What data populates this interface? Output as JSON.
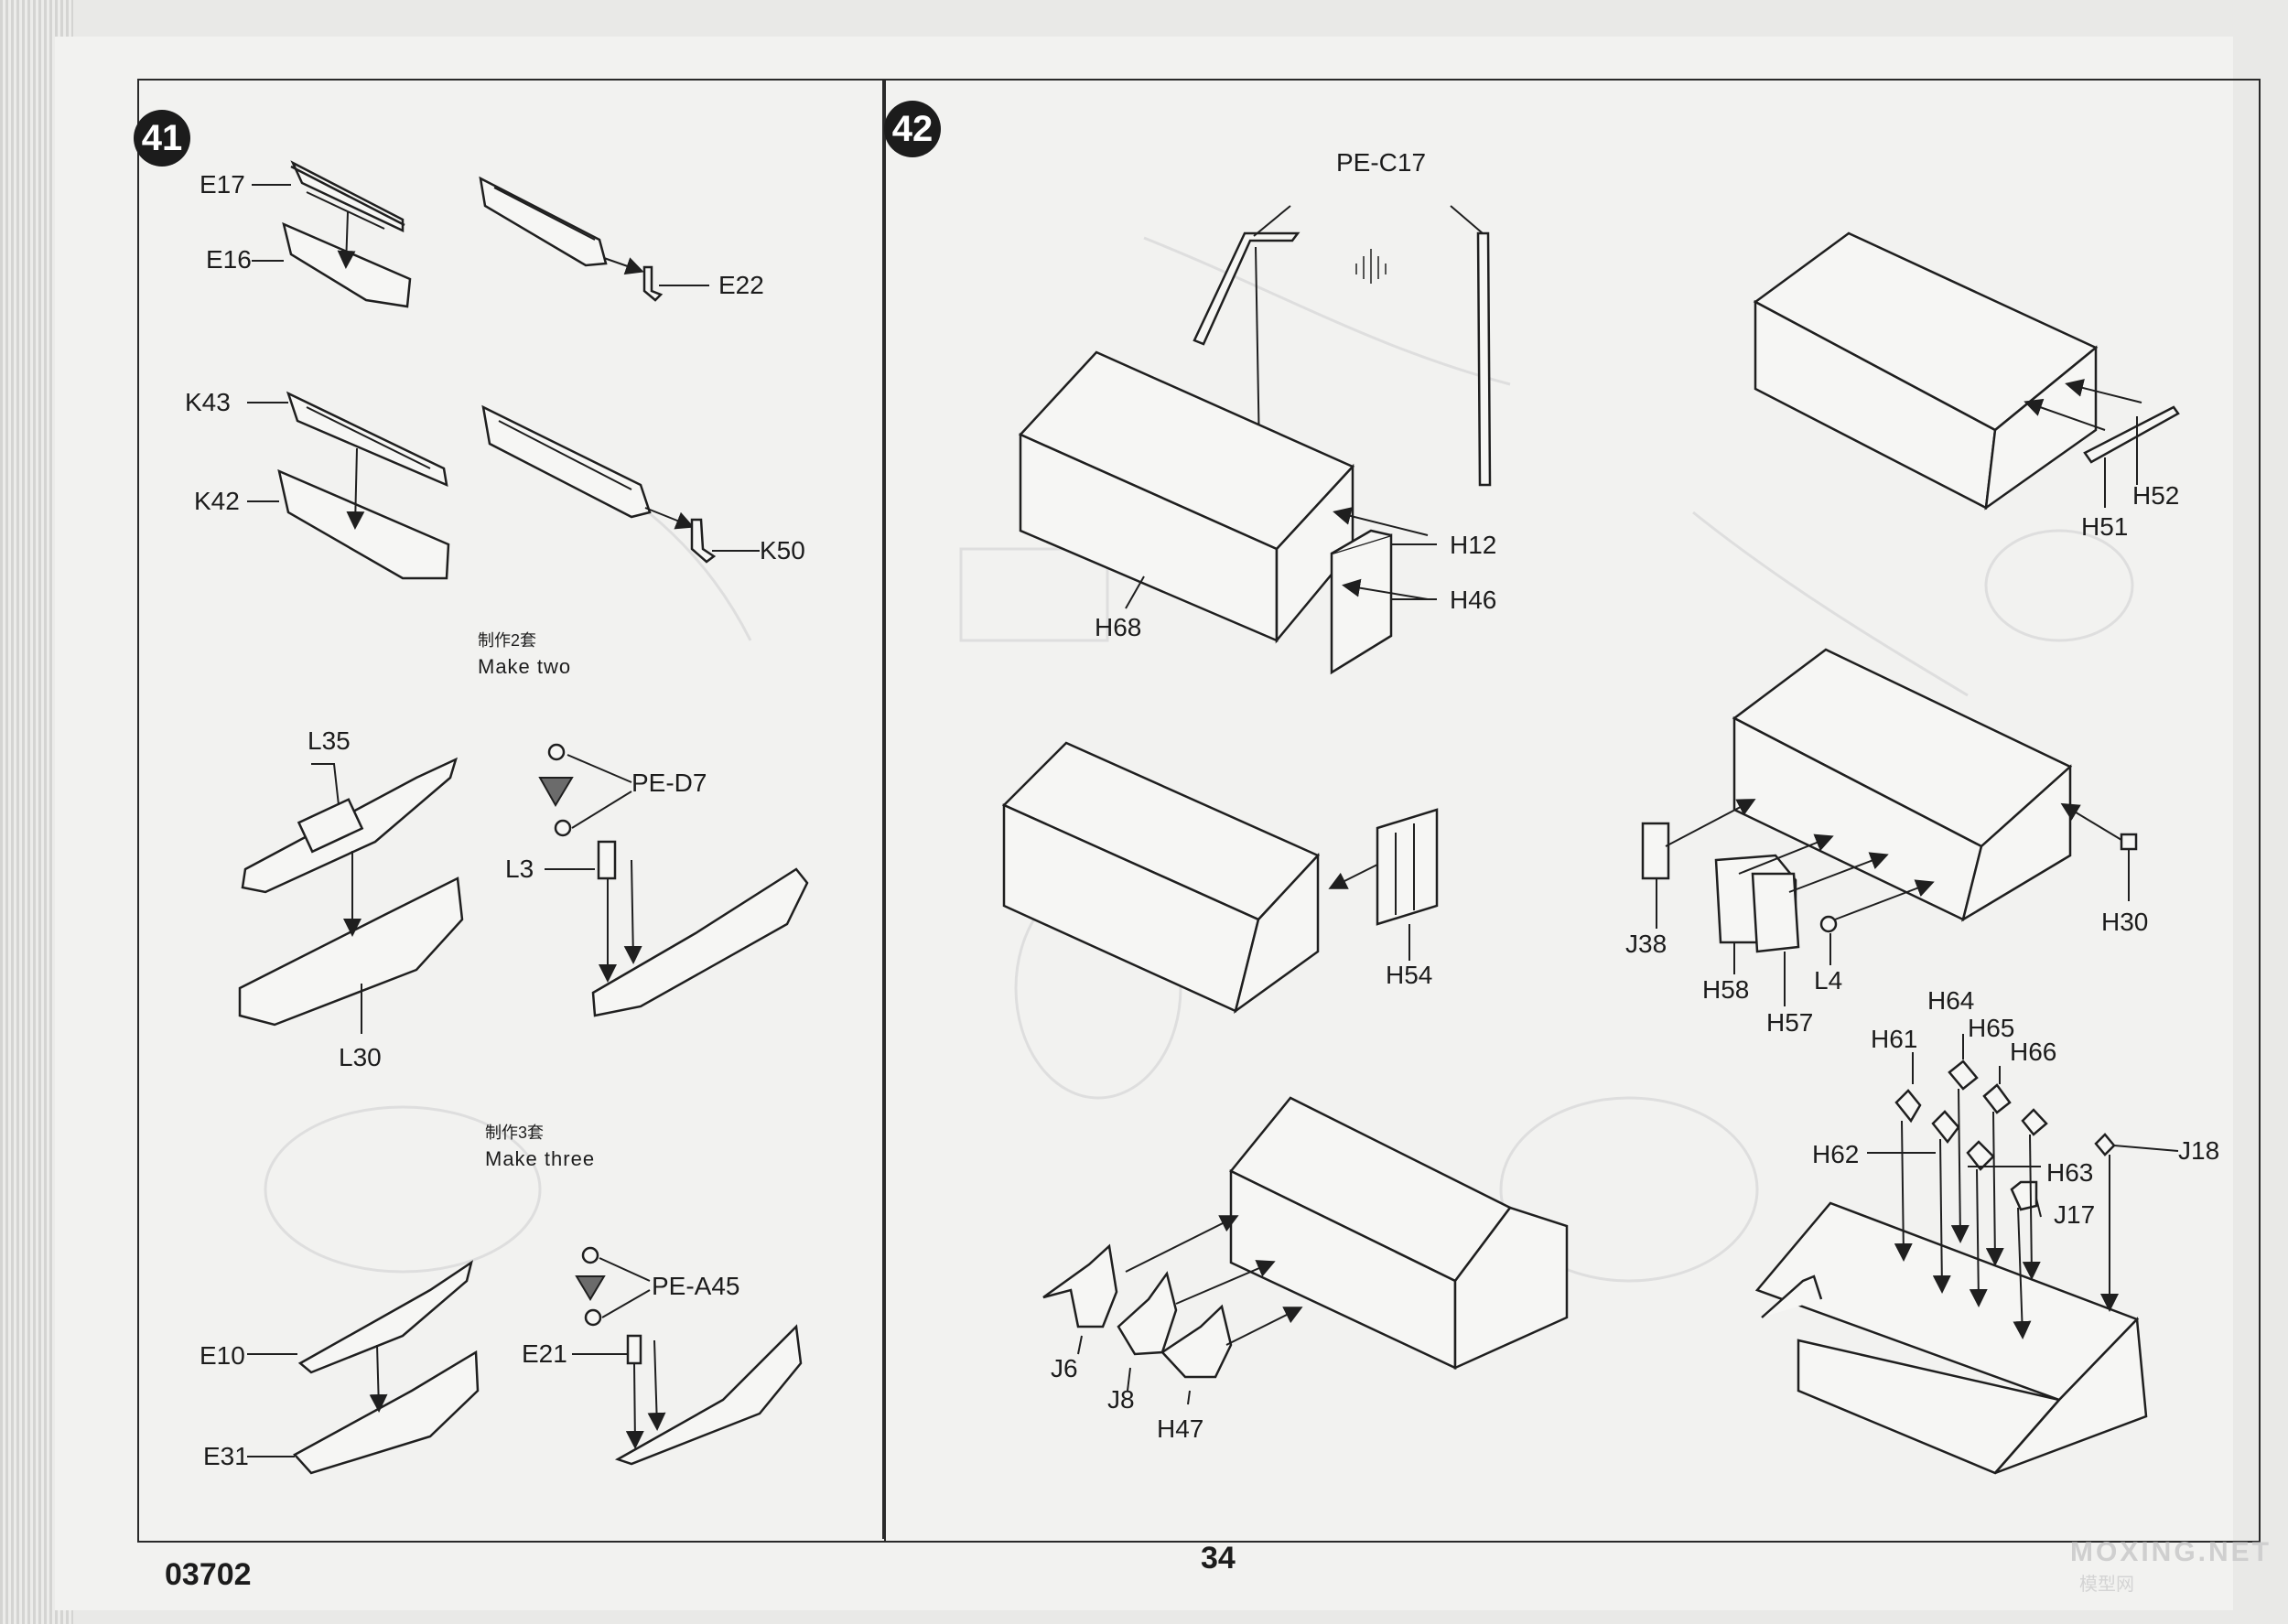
{
  "footer": {
    "code": "03702",
    "page_number": "34"
  },
  "watermark": {
    "main": "MOXING.NET",
    "sub": "模型网"
  },
  "step41": {
    "number": "41",
    "parts": {
      "E17": "E17",
      "E16": "E16",
      "E22": "E22",
      "K43": "K43",
      "K42": "K42",
      "K50": "K50",
      "L35": "L35",
      "PE_D7": "PE-D7",
      "L3": "L3",
      "L30": "L30",
      "E10": "E10",
      "E21": "E21",
      "PE_A45": "PE-A45",
      "E31": "E31"
    },
    "notes": {
      "make_two_zh": "制作2套",
      "make_two_en": "Make  two",
      "make_three_zh": "制作3套",
      "make_three_en": "Make  three"
    }
  },
  "step42": {
    "number": "42",
    "parts": {
      "PE_C17": "PE-C17",
      "H12": "H12",
      "H46": "H46",
      "H68": "H68",
      "H52": "H52",
      "H51": "H51",
      "H54": "H54",
      "J38": "J38",
      "H58": "H58",
      "H57": "H57",
      "L4": "L4",
      "H30": "H30",
      "H64": "H64",
      "H65": "H65",
      "H66": "H66",
      "H61": "H61",
      "H62": "H62",
      "H63": "H63",
      "J17": "J17",
      "J18": "J18",
      "J6": "J6",
      "J8": "J8",
      "H47": "H47"
    }
  }
}
